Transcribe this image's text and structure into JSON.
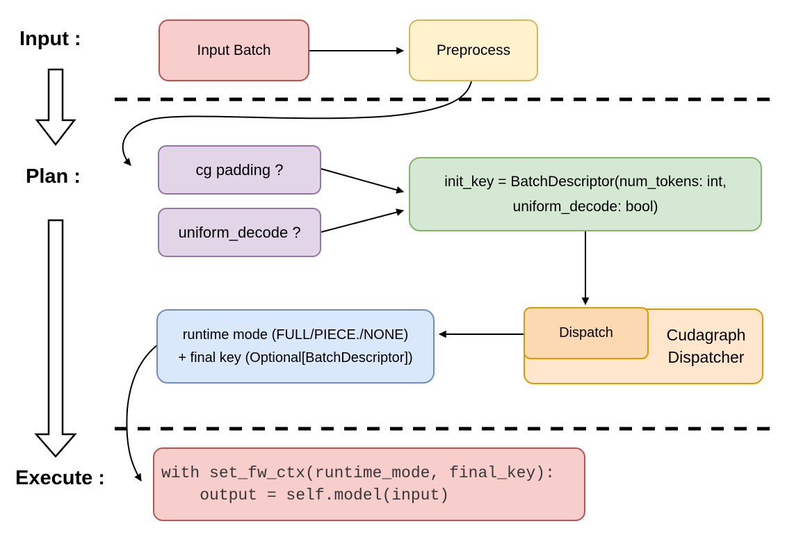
{
  "stage_labels": {
    "input": "Input :",
    "plan": "Plan :",
    "execute": "Execute :"
  },
  "nodes": {
    "input_batch": {
      "label": "Input Batch"
    },
    "preprocess": {
      "label": "Preprocess"
    },
    "cg_padding": {
      "label": "cg padding ?"
    },
    "uniform_decode": {
      "label": "uniform_decode ?"
    },
    "init_key": {
      "line1": "init_key = BatchDescriptor(num_tokens: int,",
      "line2": "uniform_decode: bool)"
    },
    "runtime_mode": {
      "line1": "runtime mode (FULL/PIECE./NONE)",
      "line2": "+ final key (Optional[BatchDescriptor])"
    },
    "dispatch": {
      "label": "Dispatch"
    },
    "cudagraph_dispatcher": {
      "line1": "Cudagraph",
      "line2": "Dispatcher"
    },
    "execute_code": {
      "line1": "with set_fw_ctx(runtime_mode, final_key):",
      "line2": "    output = self.model(input)"
    }
  },
  "colors": {
    "red_fill": "#f8cecc",
    "red_border": "#b85450",
    "yellow_fill": "#fff2cc",
    "yellow_border": "#d6b656",
    "purple_fill": "#e1d5e7",
    "purple_border": "#9673a6",
    "green_fill": "#d5e8d4",
    "green_border": "#82b366",
    "blue_fill": "#dae8fc",
    "blue_border": "#6c8ebf",
    "orange_outer_fill": "#ffe6cc",
    "orange_inner_fill": "#fcd9b0",
    "orange_border": "#d79b00",
    "arrow_color": "#000000",
    "code_text_color": "#383838"
  }
}
